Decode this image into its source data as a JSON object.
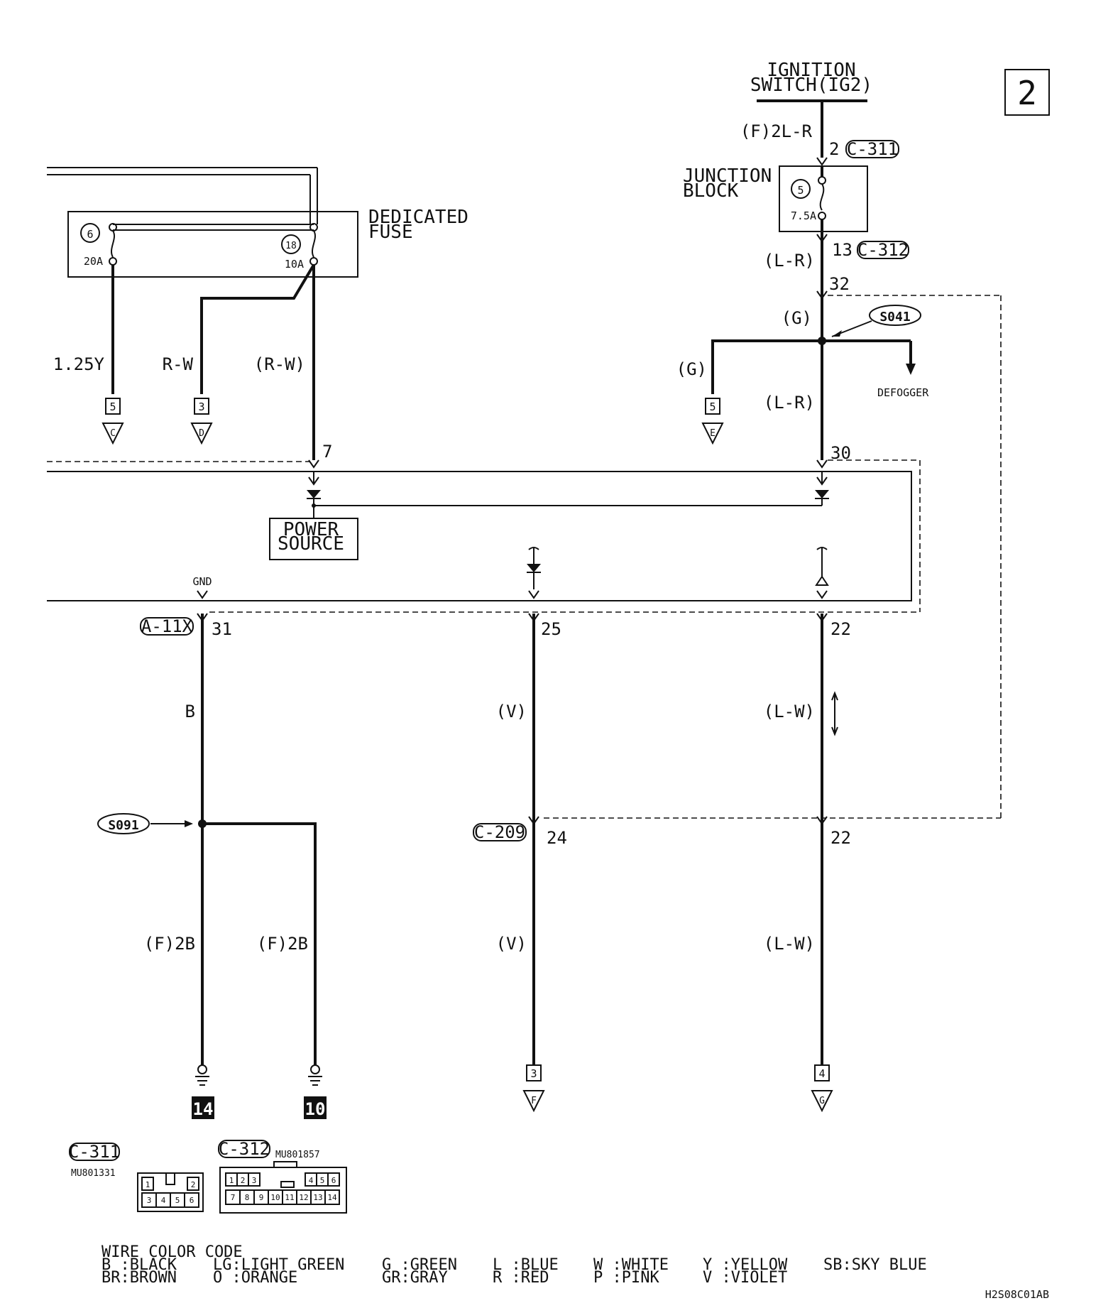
{
  "page_number": "2",
  "drawing_code": "H2S08C01AB",
  "ignition_switch": {
    "line1": "IGNITION",
    "line2": "SWITCH(IG2)"
  },
  "junction_block": {
    "line1": "JUNCTION",
    "line2": "BLOCK",
    "fuse_no": "5",
    "rating": "7.5A"
  },
  "dedicated_fuse": {
    "line1": "DEDICATED",
    "line2": "FUSE",
    "fuse_a": {
      "no": "6",
      "rating": "20A"
    },
    "fuse_b": {
      "no": "18",
      "rating": "10A"
    }
  },
  "wire_labels": {
    "ign_out": "(F)2L-R",
    "jb_out": "(L-R)",
    "g_main": "(G)",
    "g_branch": "(G)",
    "lr_lower": "(L-R)",
    "w_125y": "1.25Y",
    "w_rw": "R-W",
    "w_rw2": "(R-W)",
    "w_b": "B",
    "w_v": "(V)",
    "w_lw": "(L-W)",
    "w_f2b_1": "(F)2B",
    "w_f2b_2": "(F)2B",
    "w_v2": "(V)",
    "w_lw2": "(L-W)"
  },
  "connectors": {
    "c311": "C-311",
    "c312": "C-312",
    "a11x": "A-11X",
    "c209": "C-209"
  },
  "pins": {
    "p2": "2",
    "p13": "13",
    "p32": "32",
    "p7": "7",
    "p30": "30",
    "p31": "31",
    "p25": "25",
    "p22a": "22",
    "p24": "24",
    "p22b": "22"
  },
  "splices": {
    "s041": "S041",
    "s091": "S091"
  },
  "defogger": "DEFOGGER",
  "power_source": {
    "line1": "POWER",
    "line2": "SOURCE"
  },
  "gnd": "GND",
  "offpage": [
    {
      "num": "5",
      "letter": "C"
    },
    {
      "num": "3",
      "letter": "D"
    },
    {
      "num": "5",
      "letter": "E"
    },
    {
      "num": "3",
      "letter": "F"
    },
    {
      "num": "4",
      "letter": "G"
    }
  ],
  "grounds": [
    "14",
    "10"
  ],
  "connector_views": {
    "c311": {
      "name": "C-311",
      "part": "MU801331",
      "top": [
        "1",
        "2"
      ],
      "bottom": [
        "3",
        "4",
        "5",
        "6"
      ]
    },
    "c312": {
      "name": "C-312",
      "part": "MU801857",
      "top": [
        "1",
        "2",
        "3",
        "4",
        "5",
        "6"
      ],
      "bottom": [
        "7",
        "8",
        "9",
        "10",
        "11",
        "12",
        "13",
        "14"
      ]
    }
  },
  "legend": {
    "title": "WIRE COLOR CODE",
    "col1": [
      "B :BLACK",
      "BR:BROWN"
    ],
    "col2": [
      "LG:LIGHT GREEN",
      "O :ORANGE"
    ],
    "col3": [
      "G :GREEN",
      "GR:GRAY"
    ],
    "col4": [
      "L :BLUE",
      "R :RED"
    ],
    "col5": [
      "W :WHITE",
      "P :PINK"
    ],
    "col6": [
      "Y :YELLOW",
      "V :VIOLET"
    ],
    "col7": [
      "SB:SKY BLUE"
    ]
  }
}
